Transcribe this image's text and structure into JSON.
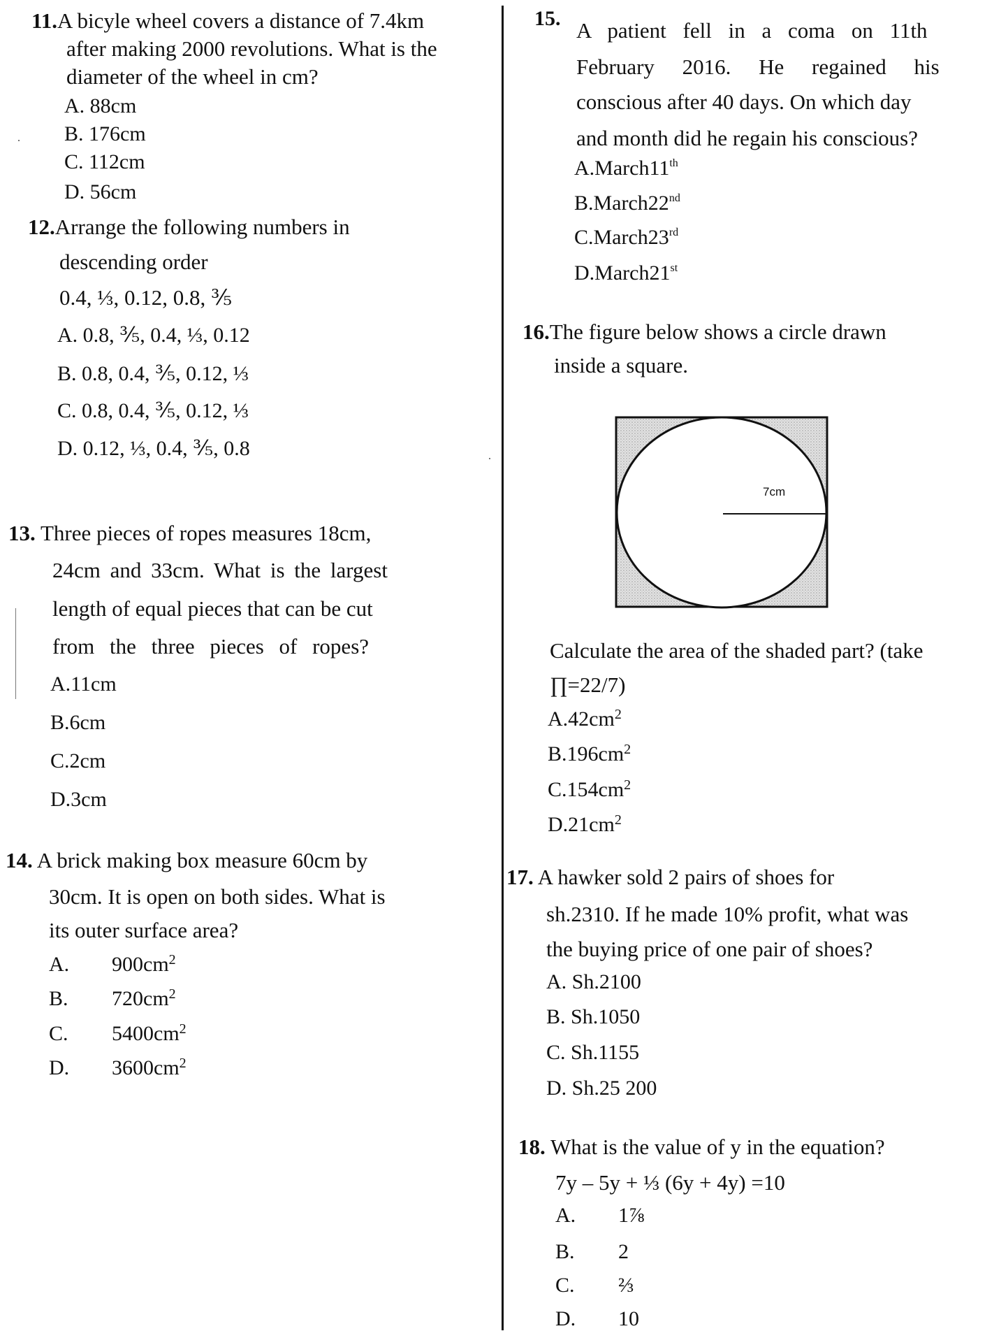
{
  "q11": {
    "number": "11.",
    "lines": [
      "A bicyle wheel covers a distance of 7.4km",
      "after making 2000 revolutions. What is the",
      "diameter of the wheel in cm?"
    ],
    "options": [
      "A. 88cm",
      "B. 176cm",
      "C. 112cm",
      "D. 56cm"
    ]
  },
  "q12": {
    "number": "12.",
    "lines": [
      "Arrange the following numbers in",
      "descending order",
      "0.4, ⅓, 0.12, 0.8, ⅗"
    ],
    "options": [
      "A. 0.8, ⅗, 0.4, ⅓, 0.12",
      "B. 0.8, 0.4, ⅗, 0.12, ⅓",
      "C. 0.8, 0.4, ⅗, 0.12, ⅓",
      "D. 0.12, ⅓, 0.4, ⅗, 0.8"
    ]
  },
  "q13": {
    "number": "13.",
    "lines": [
      "Three pieces of ropes measures 18cm,",
      "24cm and 33cm. What is the largest",
      "length of equal pieces that can be cut",
      "from the three pieces of ropes?"
    ],
    "options": [
      "A.11cm",
      "B.6cm",
      "C.2cm",
      "D.3cm"
    ]
  },
  "q14": {
    "number": "14.",
    "lines": [
      "A brick making box measure 60cm by",
      "30cm. It is open on both sides. What is",
      "its outer surface area?"
    ],
    "options": [
      {
        "label": "A.",
        "value": "900cm",
        "sup": "2"
      },
      {
        "label": "B.",
        "value": "720cm",
        "sup": "2"
      },
      {
        "label": "C.",
        "value": "5400cm",
        "sup": "2"
      },
      {
        "label": "D.",
        "value": "3600cm",
        "sup": "2"
      }
    ]
  },
  "q15": {
    "number": "15.",
    "lines": [
      "A patient fell in a coma on 11th",
      "February 2016. He regained his",
      "conscious after 40 days. On which day",
      "and month did he regain his conscious?"
    ],
    "options": [
      {
        "text": "A.March11",
        "sup": "th"
      },
      {
        "text": "B.March22",
        "sup": "nd"
      },
      {
        "text": "C.March23",
        "sup": "rd"
      },
      {
        "text": "D.March21",
        "sup": "st"
      }
    ]
  },
  "q16": {
    "number": "16.",
    "lines": [
      "The figure below shows a circle drawn",
      "inside a square."
    ],
    "figure_label": "7cm",
    "question_lines": [
      "Calculate the area of the shaded part? (take",
      "∏=22/7)"
    ],
    "options": [
      {
        "text": "A.42cm",
        "sup": "2"
      },
      {
        "text": "B.196cm",
        "sup": "2"
      },
      {
        "text": "C.154cm",
        "sup": "2"
      },
      {
        "text": "D.21cm",
        "sup": "2"
      }
    ]
  },
  "q17": {
    "number": "17.",
    "lines": [
      "A hawker sold 2 pairs of shoes for",
      "sh.2310. If he made 10% profit, what was",
      "the buying price of one pair of shoes?"
    ],
    "options": [
      "A.  Sh.2100",
      "B.  Sh.1050",
      "C. Sh.1155",
      "D. Sh.25 200"
    ]
  },
  "q18": {
    "number": "18.",
    "lines": [
      "What is the value of y in the equation?",
      "7y – 5y + ⅓ (6y + 4y) =10"
    ],
    "options": [
      {
        "label": "A.",
        "value": "1⅞"
      },
      {
        "label": "B.",
        "value": "2"
      },
      {
        "label": "C.",
        "value": "⅔"
      },
      {
        "label": "D.",
        "value": "10"
      }
    ]
  },
  "colors": {
    "ink": "#111111",
    "shade": "#d9d9d9"
  }
}
